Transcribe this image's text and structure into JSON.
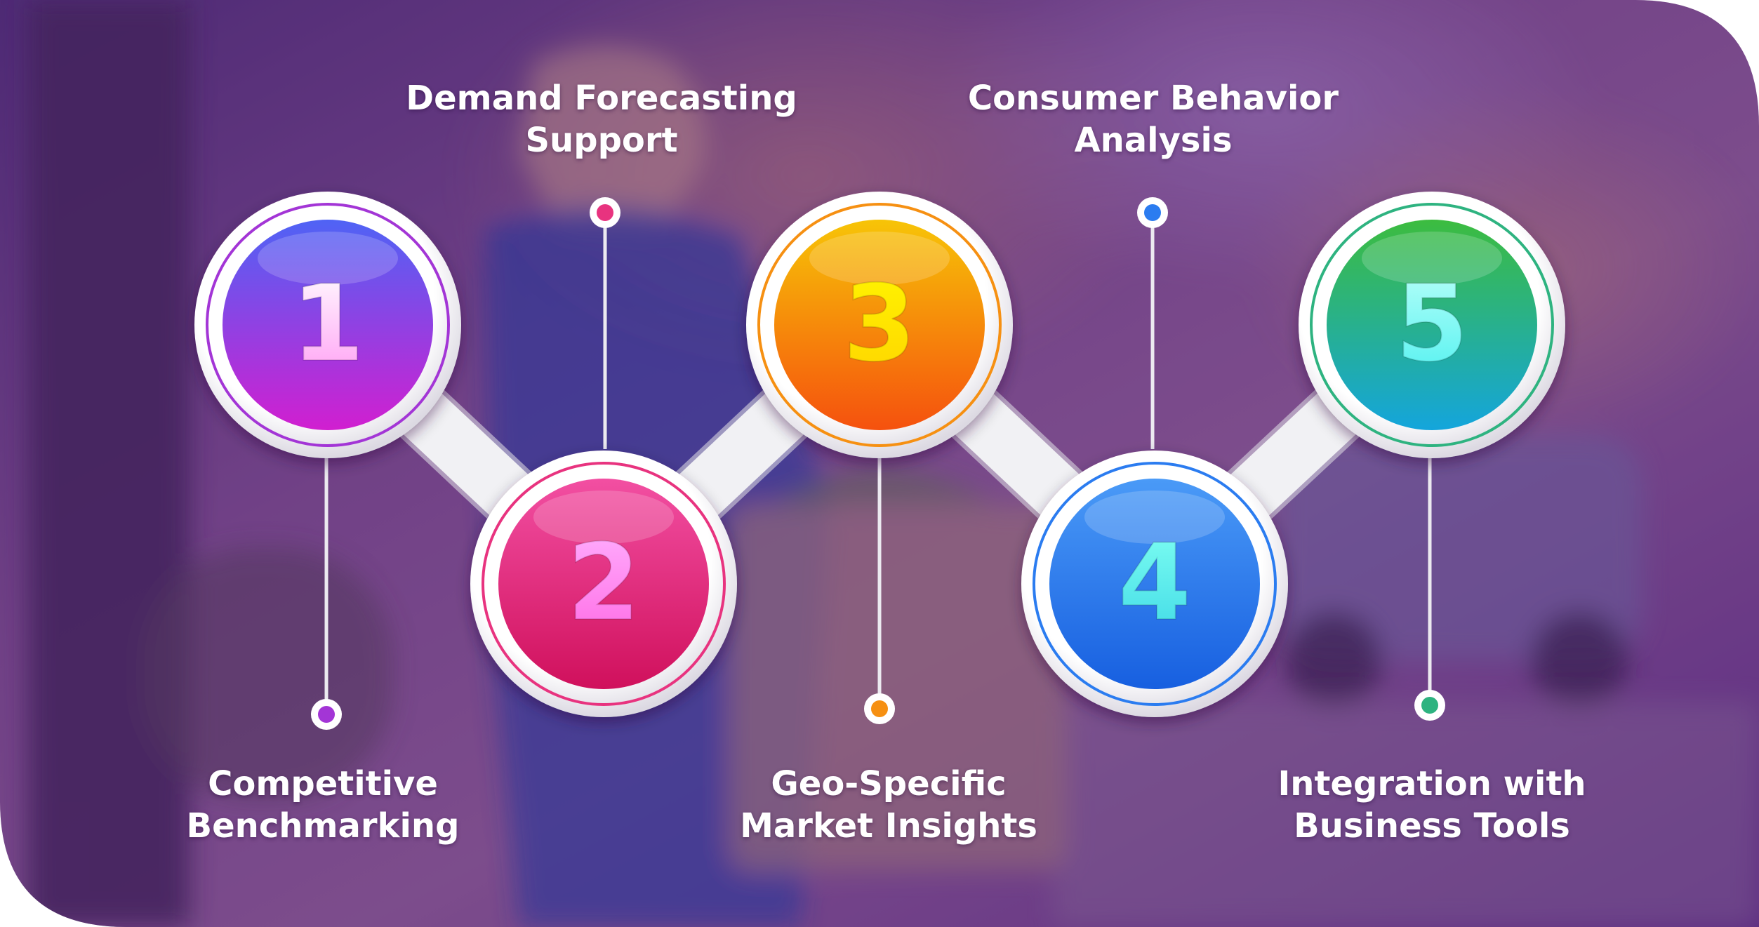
{
  "steps": [
    {
      "number": "1",
      "line1": "Competitive",
      "line2": "Benchmarking",
      "gradient_top": "#4f63f5",
      "gradient_bottom": "#d11fd0",
      "ring": "#a335d6",
      "digit_top": "#ffffff",
      "digit_bottom": "#ff9cf4"
    },
    {
      "number": "2",
      "line1": "Demand Forecasting",
      "line2": "Support",
      "gradient_top": "#f24fa2",
      "gradient_bottom": "#d0105c",
      "ring": "#e8337f",
      "digit_top": "#ffb0ff",
      "digit_bottom": "#ff6be4"
    },
    {
      "number": "3",
      "line1": "Geo-Specific",
      "line2": "Market Insights",
      "gradient_top": "#f7c407",
      "gradient_bottom": "#f5510e",
      "ring": "#f69012",
      "digit_top": "#fff500",
      "digit_bottom": "#ffd400"
    },
    {
      "number": "4",
      "line1": "Consumer Behavior",
      "line2": "Analysis",
      "gradient_top": "#4a9af7",
      "gradient_bottom": "#175fe0",
      "ring": "#2b7cf0",
      "digit_top": "#7ffff2",
      "digit_bottom": "#3ed9e6"
    },
    {
      "number": "5",
      "line1": "Integration with",
      "line2": "Business Tools",
      "gradient_top": "#3cbc3f",
      "gradient_bottom": "#14a5dc",
      "ring": "#2eb380",
      "digit_top": "#b9fff9",
      "digit_bottom": "#4ff1f0"
    }
  ],
  "colors": {
    "overlay_top": "#5a2f8a",
    "overlay_bottom": "#6d2f86",
    "connector": "#f1f1f4",
    "bezel": "#f5f5f7",
    "stem": "#eceaf0",
    "text": "#ffffff"
  }
}
